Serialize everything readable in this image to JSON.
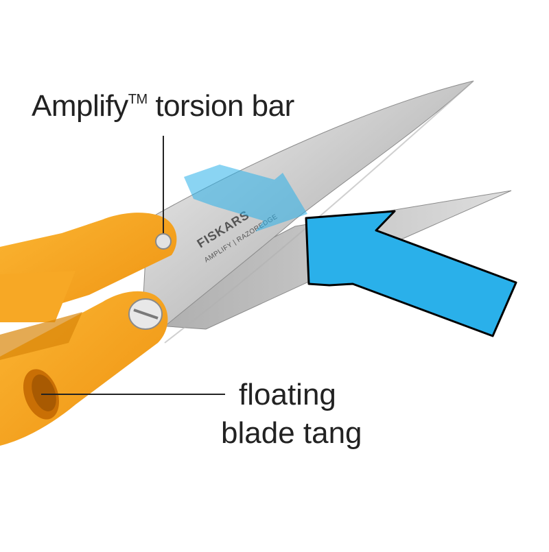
{
  "callouts": {
    "torsion_bar": {
      "text": "Amplify",
      "trademark": "TM",
      "suffix": " torsion bar"
    },
    "blade_tang": {
      "line1": "floating",
      "line2": "blade tang"
    }
  },
  "blade_marking": {
    "brand": "FISKARS",
    "model": "AMPLIFY | RAZOREDGE"
  },
  "colors": {
    "handle": "#f5a21c",
    "handle_shadow": "#d9860a",
    "blade": "#c9c9c9",
    "arrow": "#2ab0ea",
    "arrow_light": "#8fd3f2",
    "leader_line": "#222222"
  },
  "icons": [
    "cut-direction-arrow",
    "force-arrow",
    "pivot-screw",
    "torsion-bar-pin"
  ]
}
